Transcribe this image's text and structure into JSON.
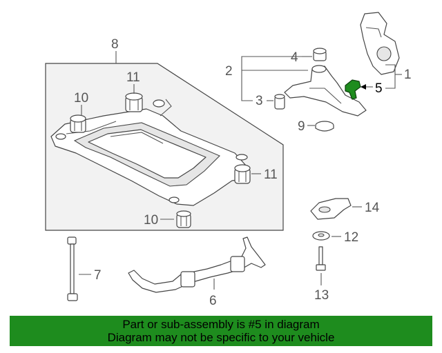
{
  "callouts": {
    "c1": "1",
    "c2": "2",
    "c3": "3",
    "c4": "4",
    "c5": "5",
    "c6": "6",
    "c7": "7",
    "c8": "8",
    "c9": "9",
    "c10a": "10",
    "c10b": "10",
    "c11a": "11",
    "c11b": "11",
    "c12": "12",
    "c13": "13",
    "c14": "14"
  },
  "highlight": {
    "part_number": "5",
    "color": "#1e8c1e"
  },
  "banner": {
    "line1": "Part or sub-assembly is #5 in diagram",
    "line2": "Diagram may not be specific to your vehicle",
    "background": "#1e8c1e"
  }
}
